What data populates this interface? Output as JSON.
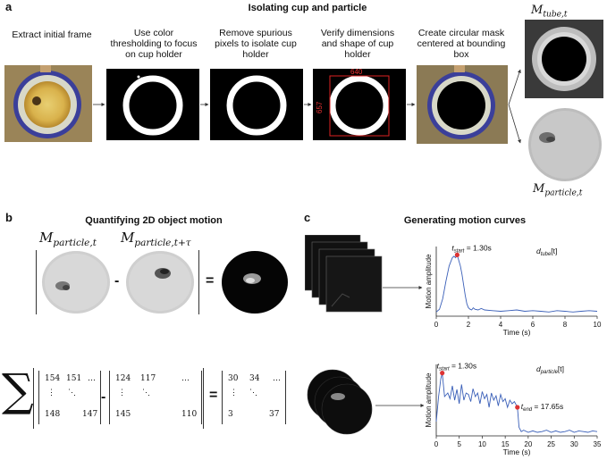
{
  "panel_a": {
    "letter": "a",
    "title": "Isolating cup and particle",
    "steps": [
      "Extract initial frame",
      "Use color thresholding to focus on cup holder",
      "Remove spurious pixels to isolate cup holder",
      "Verify dimensions and shape of cup holder",
      "Create circular mask centered at bounding box"
    ],
    "bbox_width_label": "640",
    "bbox_height_label": "657",
    "m_tube": {
      "base": "M",
      "sub": "tube,t"
    },
    "m_particle": {
      "base": "M",
      "sub": "particle,t"
    }
  },
  "panel_b": {
    "letter": "b",
    "title": "Quantifying 2D object motion",
    "m_left": {
      "base": "M",
      "sub": "particle,t"
    },
    "m_right": {
      "base": "M",
      "sub": "particle,t+τ"
    },
    "minus": "-",
    "equals": "=",
    "sum_symbol": "∑",
    "matrix1": {
      "r1": [
        "154",
        "151",
        "…"
      ],
      "r2": [
        "⋮",
        "⋱",
        ""
      ],
      "r3": [
        "148",
        "",
        "147"
      ]
    },
    "matrix2": {
      "r1": [
        "124",
        "117",
        "…"
      ],
      "r2": [
        "⋮",
        "⋱",
        ""
      ],
      "r3": [
        "145",
        "",
        "110"
      ]
    },
    "matrix3": {
      "r1": [
        "30",
        "34",
        "…"
      ],
      "r2": [
        "⋮",
        "⋱",
        ""
      ],
      "r3": [
        "3",
        "",
        "37"
      ]
    }
  },
  "panel_c": {
    "letter": "c",
    "title": "Generating motion curves"
  },
  "chart_data": [
    {
      "type": "line",
      "title": "",
      "series_label": {
        "base": "d",
        "sub": "tube",
        "suffix": "[t]"
      },
      "xlabel": "Time (s)",
      "ylabel": "Motion amplitude",
      "xlim": [
        0,
        10
      ],
      "xticks": [
        "0",
        "2",
        "4",
        "6",
        "8",
        "10"
      ],
      "annotation": {
        "base": "t",
        "sub": "start",
        "text": " = 1.30s",
        "x": 1.3
      },
      "x": [
        0,
        0.2,
        0.4,
        0.6,
        0.8,
        1.0,
        1.1,
        1.2,
        1.3,
        1.4,
        1.5,
        1.6,
        1.7,
        1.8,
        1.9,
        2.0,
        2.1,
        2.2,
        2.3,
        2.4,
        2.6,
        2.8,
        3.0,
        3.5,
        4.0,
        4.5,
        5.0,
        5.5,
        6.0,
        6.5,
        7.0,
        7.5,
        8.0,
        8.5,
        9.0,
        9.5,
        10.0
      ],
      "y": [
        0.06,
        0.1,
        0.25,
        0.5,
        0.72,
        0.84,
        0.86,
        0.84,
        0.88,
        0.8,
        0.72,
        0.6,
        0.45,
        0.3,
        0.18,
        0.12,
        0.1,
        0.09,
        0.12,
        0.1,
        0.09,
        0.11,
        0.09,
        0.08,
        0.07,
        0.08,
        0.09,
        0.07,
        0.08,
        0.07,
        0.06,
        0.08,
        0.07,
        0.06,
        0.07,
        0.08,
        0.07
      ]
    },
    {
      "type": "line",
      "title": "",
      "series_label": {
        "base": "d",
        "sub": "particle",
        "suffix": "[t]"
      },
      "xlabel": "Time (s)",
      "ylabel": "Motion amplitude",
      "xlim": [
        0,
        35
      ],
      "xticks": [
        "0",
        "5",
        "10",
        "15",
        "20",
        "25",
        "30",
        "35"
      ],
      "annotation": {
        "base": "t",
        "sub": "start",
        "text": " = 1.30s",
        "x": 1.3
      },
      "annotation2": {
        "base": "t",
        "sub": "end",
        "text": " = 17.65s",
        "x": 17.65
      },
      "x": [
        0,
        0.5,
        1.0,
        1.3,
        1.8,
        2.5,
        3.0,
        3.5,
        4.0,
        4.5,
        5.0,
        5.5,
        6.0,
        6.5,
        7.0,
        7.5,
        8.0,
        8.5,
        9.0,
        9.5,
        10.0,
        10.5,
        11.0,
        11.5,
        12.0,
        12.5,
        13.0,
        13.5,
        14.0,
        14.5,
        15.0,
        15.5,
        16.0,
        16.5,
        17.0,
        17.5,
        17.65,
        18.0,
        18.5,
        19,
        20,
        21,
        22,
        23,
        24,
        25,
        26,
        27,
        28,
        29,
        30,
        31,
        32,
        33,
        34,
        35
      ],
      "y": [
        0.2,
        0.55,
        0.8,
        0.88,
        0.55,
        0.6,
        0.52,
        0.7,
        0.5,
        0.65,
        0.45,
        0.72,
        0.5,
        0.6,
        0.58,
        0.48,
        0.66,
        0.55,
        0.6,
        0.45,
        0.62,
        0.52,
        0.58,
        0.4,
        0.6,
        0.5,
        0.56,
        0.42,
        0.58,
        0.48,
        0.52,
        0.4,
        0.5,
        0.45,
        0.48,
        0.42,
        0.4,
        0.12,
        0.06,
        0.08,
        0.05,
        0.07,
        0.05,
        0.06,
        0.08,
        0.05,
        0.07,
        0.05,
        0.06,
        0.08,
        0.05,
        0.07,
        0.06,
        0.05,
        0.07,
        0.06
      ]
    }
  ]
}
